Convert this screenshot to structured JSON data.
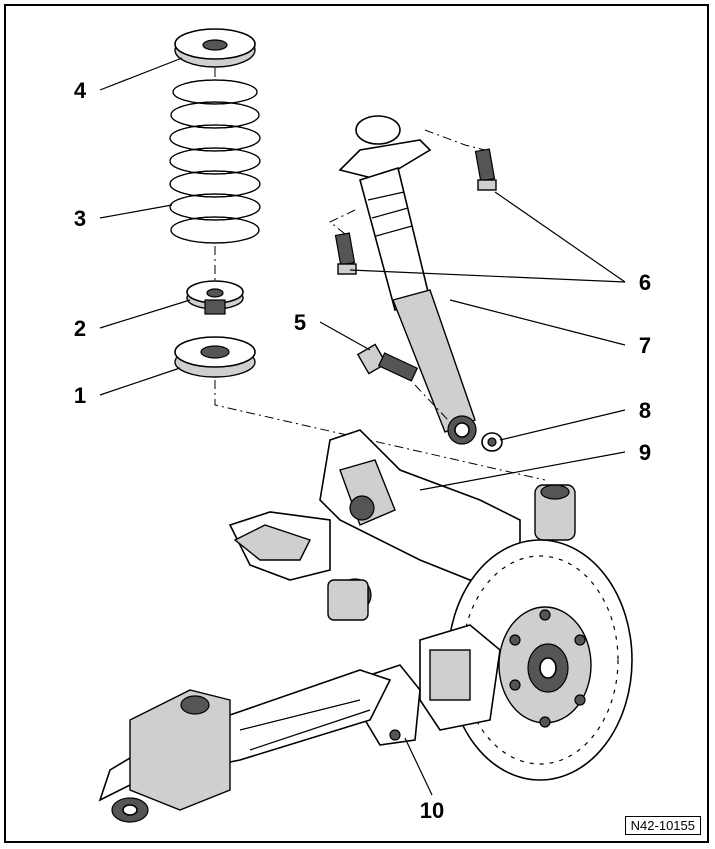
{
  "callouts": [
    "1",
    "2",
    "3",
    "4",
    "5",
    "6",
    "7",
    "8",
    "9",
    "10"
  ],
  "reference": "N42-10155"
}
